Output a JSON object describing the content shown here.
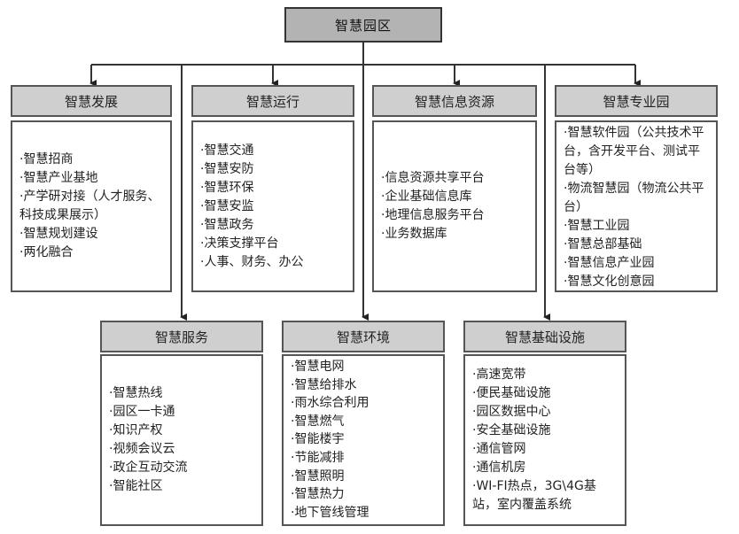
{
  "root": {
    "label": "智慧园区"
  },
  "top_row": [
    {
      "title": "智慧发展",
      "items": [
        "·智慧招商",
        "·智慧产业基地",
        "·产学研对接（人才服务、科技成果展示）",
        "·智慧规划建设",
        "·两化融合"
      ]
    },
    {
      "title": "智慧运行",
      "items": [
        "·智慧交通",
        "·智慧安防",
        "·智慧环保",
        "·智慧安监",
        "·智慧政务",
        "·决策支撑平台",
        "·人事、财务、办公"
      ]
    },
    {
      "title": "智慧信息资源",
      "items": [
        "·信息资源共享平台",
        "·企业基础信息库",
        "·地理信息服务平台",
        "·业务数据库"
      ]
    },
    {
      "title": "智慧专业园",
      "items": [
        "·智慧软件园（公共技术平台，含开发平台、测试平台等）",
        "·物流智慧园（物流公共平台）",
        "·智慧工业园",
        "·智慧总部基础",
        "·智慧信息产业园",
        "·智慧文化创意园"
      ]
    }
  ],
  "bottom_row": [
    {
      "title": "智慧服务",
      "items": [
        "·智慧热线",
        "·园区一卡通",
        "·知识产权",
        "·视频会议云",
        "·政企互动交流",
        "·智能社区"
      ]
    },
    {
      "title": "智慧环境",
      "items": [
        "·智慧电网",
        "·智慧给排水",
        "·雨水综合利用",
        "·智慧燃气",
        "·智能楼宇",
        "·节能减排",
        "·智慧照明",
        "·智慧热力",
        "·地下管线管理"
      ]
    },
    {
      "title": "智慧基础设施",
      "items": [
        "·高速宽带",
        "·便民基础设施",
        "·园区数据中心",
        "·安全基础设施",
        "·通信管网",
        "·通信机房",
        "·WI-FI热点，3G\\4G基站，室内覆盖系统"
      ]
    }
  ]
}
